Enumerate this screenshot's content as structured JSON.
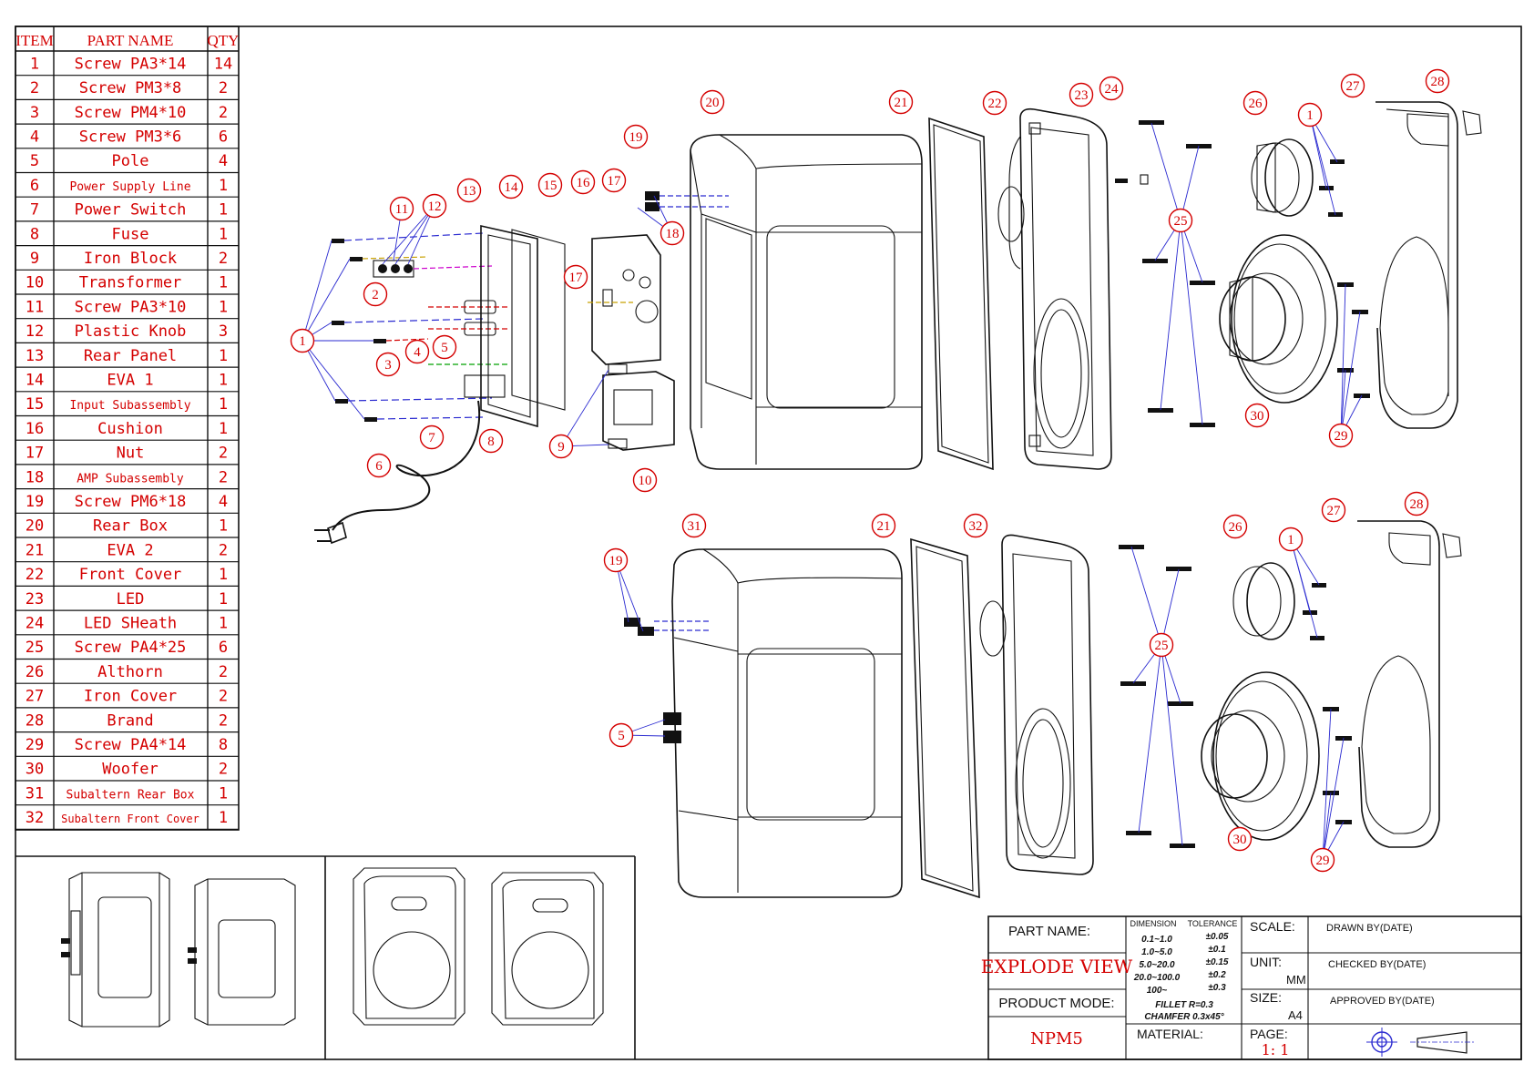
{
  "bom": {
    "headers": {
      "item": "ITEM",
      "part": "PART NAME",
      "qty": "QTY"
    },
    "rows": [
      {
        "item": "1",
        "name": "Screw PA3*14",
        "qty": "14"
      },
      {
        "item": "2",
        "name": "Screw PM3*8",
        "qty": "2"
      },
      {
        "item": "3",
        "name": "Screw PM4*10",
        "qty": "2"
      },
      {
        "item": "4",
        "name": "Screw PM3*6",
        "qty": "6"
      },
      {
        "item": "5",
        "name": "Pole",
        "qty": "4"
      },
      {
        "item": "6",
        "name": "Power Supply Line",
        "qty": "1"
      },
      {
        "item": "7",
        "name": "Power Switch",
        "qty": "1"
      },
      {
        "item": "8",
        "name": "Fuse",
        "qty": "1"
      },
      {
        "item": "9",
        "name": "Iron Block",
        "qty": "2"
      },
      {
        "item": "10",
        "name": "Transformer",
        "qty": "1"
      },
      {
        "item": "11",
        "name": "Screw PA3*10",
        "qty": "1"
      },
      {
        "item": "12",
        "name": "Plastic Knob",
        "qty": "3"
      },
      {
        "item": "13",
        "name": "Rear Panel",
        "qty": "1"
      },
      {
        "item": "14",
        "name": "EVA 1",
        "qty": "1"
      },
      {
        "item": "15",
        "name": "Input Subassembly",
        "qty": "1"
      },
      {
        "item": "16",
        "name": "Cushion",
        "qty": "1"
      },
      {
        "item": "17",
        "name": "Nut",
        "qty": "2"
      },
      {
        "item": "18",
        "name": "AMP Subassembly",
        "qty": "2"
      },
      {
        "item": "19",
        "name": "Screw PM6*18",
        "qty": "4"
      },
      {
        "item": "20",
        "name": "Rear Box",
        "qty": "1"
      },
      {
        "item": "21",
        "name": "EVA 2",
        "qty": "2"
      },
      {
        "item": "22",
        "name": "Front Cover",
        "qty": "1"
      },
      {
        "item": "23",
        "name": "LED",
        "qty": "1"
      },
      {
        "item": "24",
        "name": "LED SHeath",
        "qty": "1"
      },
      {
        "item": "25",
        "name": "Screw PA4*25",
        "qty": "6"
      },
      {
        "item": "26",
        "name": "Althorn",
        "qty": "2"
      },
      {
        "item": "27",
        "name": "Iron Cover",
        "qty": "2"
      },
      {
        "item": "28",
        "name": "Brand",
        "qty": "2"
      },
      {
        "item": "29",
        "name": "Screw PA4*14",
        "qty": "8"
      },
      {
        "item": "30",
        "name": "Woofer",
        "qty": "2"
      },
      {
        "item": "31",
        "name": "Subaltern Rear Box",
        "qty": "1"
      },
      {
        "item": "32",
        "name": "Subaltern Front Cover",
        "qty": "1"
      }
    ]
  },
  "callouts": {
    "upper": [
      "1",
      "2",
      "3",
      "4",
      "5",
      "6",
      "7",
      "8",
      "9",
      "10",
      "11",
      "12",
      "13",
      "14",
      "15",
      "16",
      "17",
      "17",
      "18",
      "19",
      "20",
      "21",
      "22",
      "23",
      "24",
      "25",
      "26",
      "1",
      "27",
      "28",
      "29",
      "30"
    ],
    "lower": [
      "19",
      "5",
      "31",
      "21",
      "32",
      "25",
      "26",
      "1",
      "27",
      "28",
      "29",
      "30"
    ]
  },
  "title_block": {
    "part_name_label": "PART NAME:",
    "part_name_value": "EXPLODE VIEW",
    "product_model_label": "PRODUCT MODE:",
    "product_model_value": "NPM5",
    "dimension_header": "DIMENSION",
    "tolerance_header": "TOLERANCE",
    "tolerances": [
      {
        "dim": "0.1~1.0",
        "tol": "±0.05"
      },
      {
        "dim": "1.0~5.0",
        "tol": "±0.1"
      },
      {
        "dim": "5.0~20.0",
        "tol": "±0.15"
      },
      {
        "dim": "20.0~100.0",
        "tol": "±0.2"
      },
      {
        "dim": "100~",
        "tol": "±0.3"
      }
    ],
    "fillet": "FILLET R=0.3",
    "chamfer": "CHAMFER 0.3x45°",
    "material_label": "MATERIAL:",
    "scale_label": "SCALE:",
    "unit_label": "UNIT:",
    "unit_value": "MM",
    "size_label": "SIZE:",
    "size_value": "A4",
    "page_label": "PAGE:",
    "page_value": "1: 1",
    "drawn_by": "DRAWN BY(DATE)",
    "checked_by": "CHECKED BY(DATE)",
    "approved_by": "APPROVED BY(DATE)"
  },
  "colors": {
    "ink": "#111111",
    "accent": "#d40000",
    "leader": "#2a2ad0"
  }
}
